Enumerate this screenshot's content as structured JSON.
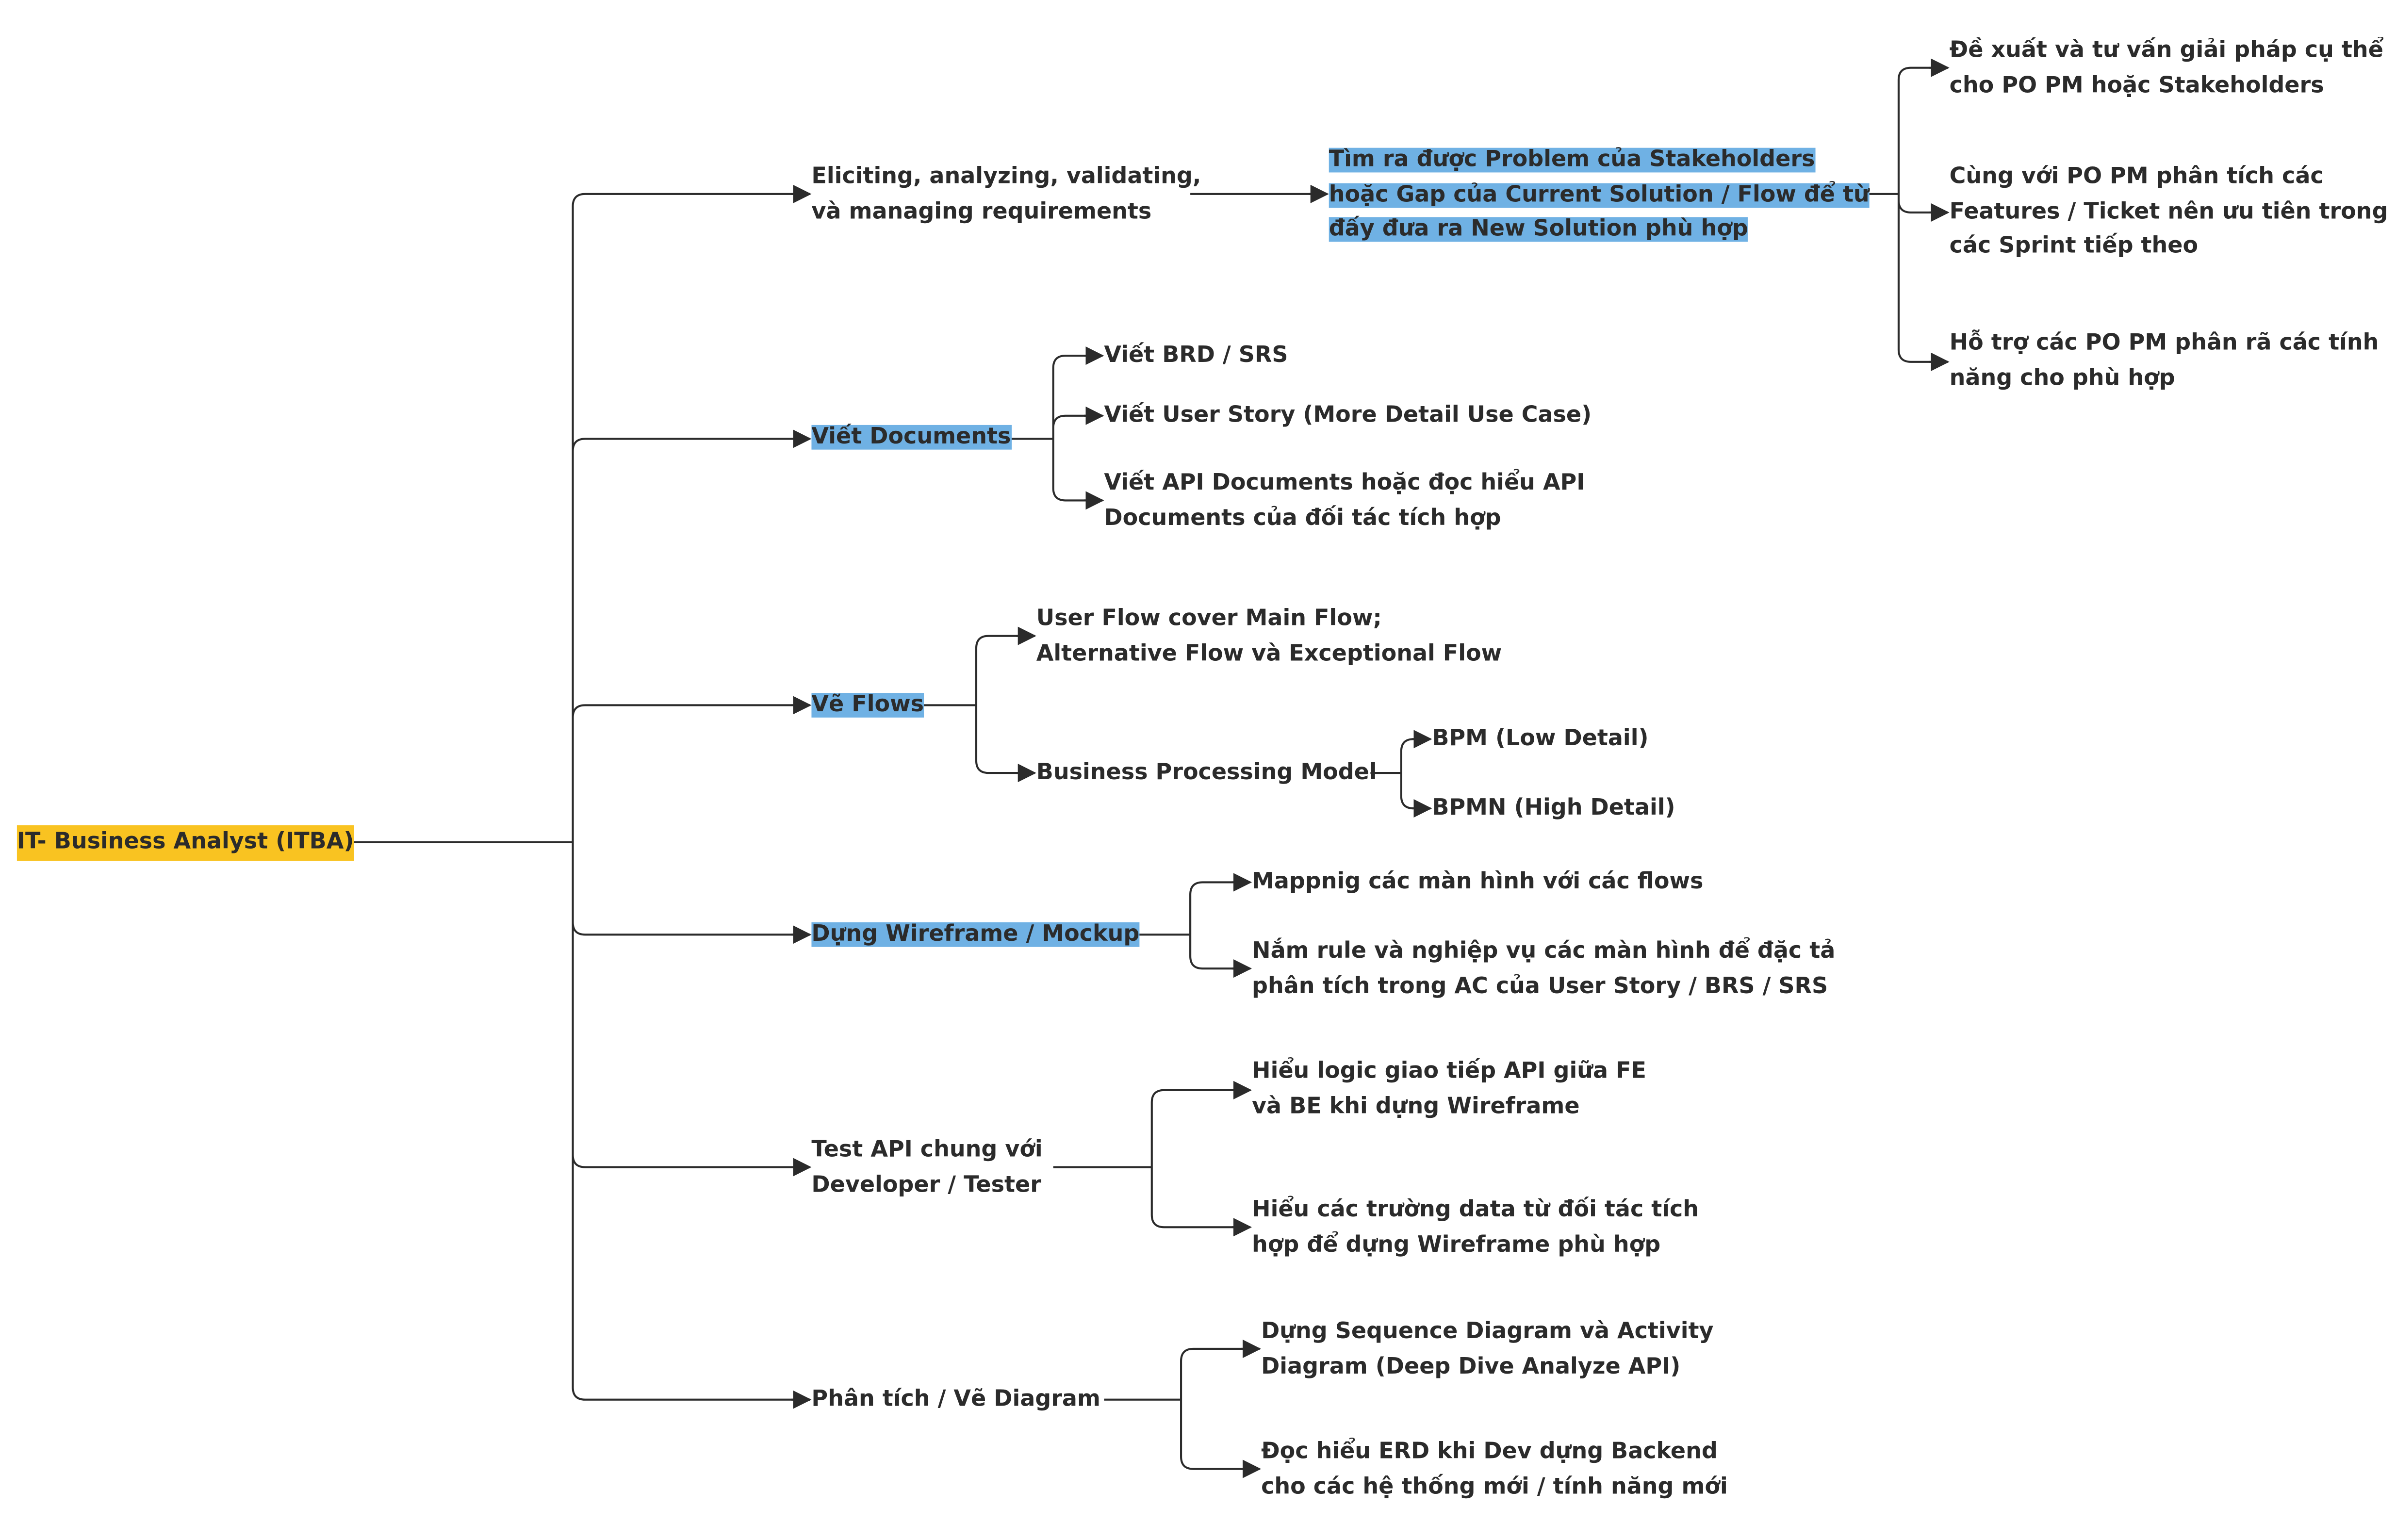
{
  "root": {
    "label": "IT- Business Analyst (ITBA)",
    "highlight": "#f9c321"
  },
  "highlight_blue": "#6fb1e4",
  "branches": [
    {
      "lines": [
        "Eliciting, analyzing, validating,",
        "và managing requirements"
      ],
      "highlighted": false,
      "children": [
        {
          "lines": [
            "Tìm ra được Problem của Stakeholders",
            "hoặc Gap của Current Solution / Flow để từ",
            "đấy đưa ra New Solution phù hợp"
          ],
          "highlighted": true,
          "children": [
            {
              "lines": [
                "Đề xuất và tư vấn giải pháp cụ thể",
                "cho PO PM hoặc Stakeholders"
              ]
            },
            {
              "lines": [
                "Cùng với PO PM phân tích các",
                "Features / Ticket nên ưu tiên trong",
                "các Sprint tiếp theo"
              ]
            },
            {
              "lines": [
                "Hỗ trợ các PO PM phân rã các tính",
                "năng cho phù hợp"
              ]
            }
          ]
        }
      ]
    },
    {
      "lines": [
        "Viết Documents"
      ],
      "highlighted": true,
      "children": [
        {
          "lines": [
            "Viết BRD / SRS"
          ]
        },
        {
          "lines": [
            "Viết User Story (More Detail Use Case)"
          ]
        },
        {
          "lines": [
            "Viết API Documents hoặc đọc hiểu API",
            "Documents của đối tác tích hợp"
          ]
        }
      ]
    },
    {
      "lines": [
        "Vẽ Flows"
      ],
      "highlighted": true,
      "children": [
        {
          "lines": [
            "User Flow cover Main Flow;",
            "Alternative Flow và Exceptional Flow"
          ]
        },
        {
          "lines": [
            "Business Processing Model"
          ],
          "children": [
            {
              "lines": [
                "BPM (Low Detail)"
              ]
            },
            {
              "lines": [
                "BPMN (High Detail)"
              ]
            }
          ]
        }
      ]
    },
    {
      "lines": [
        "Dựng Wireframe / Mockup"
      ],
      "highlighted": true,
      "children": [
        {
          "lines": [
            "Mappnig các màn hình với các flows"
          ]
        },
        {
          "lines": [
            "Nắm rule và nghiệp vụ các màn hình để đặc tả",
            "phân tích trong AC của User Story / BRS / SRS"
          ]
        }
      ]
    },
    {
      "lines": [
        "Test API chung với",
        "Developer / Tester"
      ],
      "highlighted": false,
      "children": [
        {
          "lines": [
            "Hiểu logic giao tiếp API giữa FE",
            "và BE khi dựng Wireframe"
          ]
        },
        {
          "lines": [
            "Hiểu các trường data từ đối tác tích",
            "hợp để dựng Wireframe phù hợp"
          ]
        }
      ]
    },
    {
      "lines": [
        "Phân tích / Vẽ Diagram"
      ],
      "highlighted": false,
      "children": [
        {
          "lines": [
            "Dựng Sequence Diagram và Activity",
            "Diagram (Deep Dive Analyze API)"
          ]
        },
        {
          "lines": [
            "Đọc hiểu ERD khi Dev dựng Backend",
            "cho các hệ thống mới / tính năng mới"
          ]
        }
      ]
    }
  ]
}
